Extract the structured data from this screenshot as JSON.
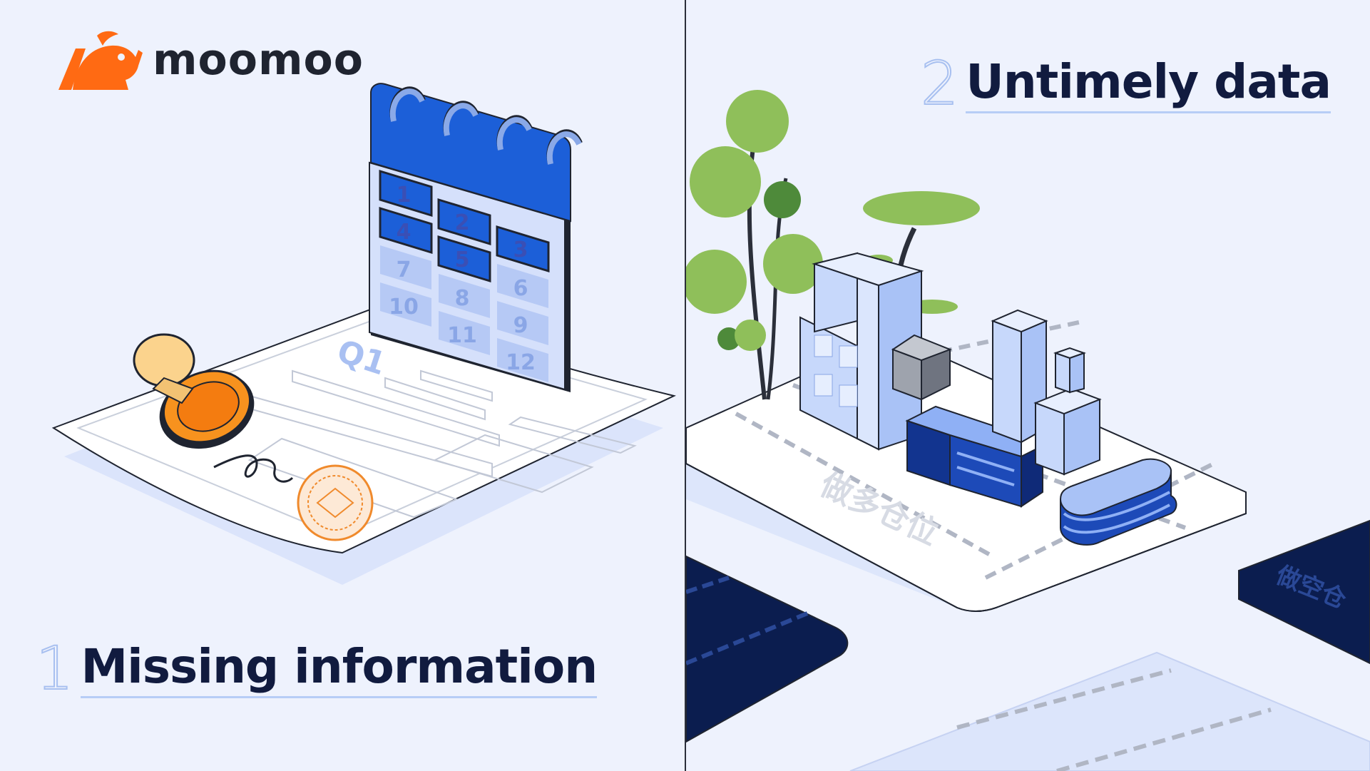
{
  "brand": {
    "name": "moomoo",
    "logo_icon": "bull-logo-icon",
    "color": "#ff6a13"
  },
  "left": {
    "number": "1",
    "heading": "Missing information",
    "document_label": "Q1",
    "calendar_numbers": [
      "1",
      "2",
      "3",
      "4",
      "5",
      "6",
      "7",
      "8",
      "9",
      "10",
      "11",
      "12"
    ]
  },
  "right": {
    "number": "2",
    "heading": "Untimely data",
    "street_label": "做多仓位",
    "street_label_dark": "做空仓"
  },
  "colors": {
    "background": "#eef2fd",
    "navy": "#111b3f",
    "calendar_blue": "#1c5fd8",
    "stamp_orange": "#f7921e",
    "tree_green": "#8fbf5a"
  }
}
